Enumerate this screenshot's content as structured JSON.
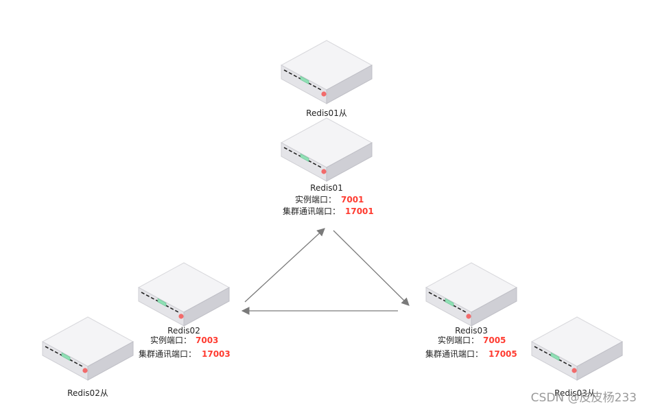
{
  "colors": {
    "port_text": "#ff3b30",
    "label_text": "#222222",
    "arrow": "#7a7a7a",
    "watermark": "#9a9a9a",
    "led_green": "#8fdfb4",
    "led_red": "#f26b6b"
  },
  "servers": [
    {
      "id": "redis01-replica",
      "icon": "server-icon",
      "name": "Redis01从"
    },
    {
      "id": "redis01",
      "icon": "server-icon",
      "name": "Redis01",
      "instance_port_label": "实例端口：",
      "instance_port": "7001",
      "bus_port_label": "集群通讯端口：",
      "bus_port": "17001"
    },
    {
      "id": "redis02",
      "icon": "server-icon",
      "name": "Redis02",
      "instance_port_label": "实例端口：",
      "instance_port": "7003",
      "bus_port_label": "集群通讯端口：",
      "bus_port": "17003"
    },
    {
      "id": "redis03",
      "icon": "server-icon",
      "name": "Redis03",
      "instance_port_label": "实例端口：",
      "instance_port": "7005",
      "bus_port_label": "集群通讯端口：",
      "bus_port": "17005"
    },
    {
      "id": "redis02-replica",
      "icon": "server-icon",
      "name": "Redis02从"
    },
    {
      "id": "redis03-replica",
      "icon": "server-icon",
      "name": "Redis03从"
    }
  ],
  "watermark": "CSDN @皮皮杨233"
}
